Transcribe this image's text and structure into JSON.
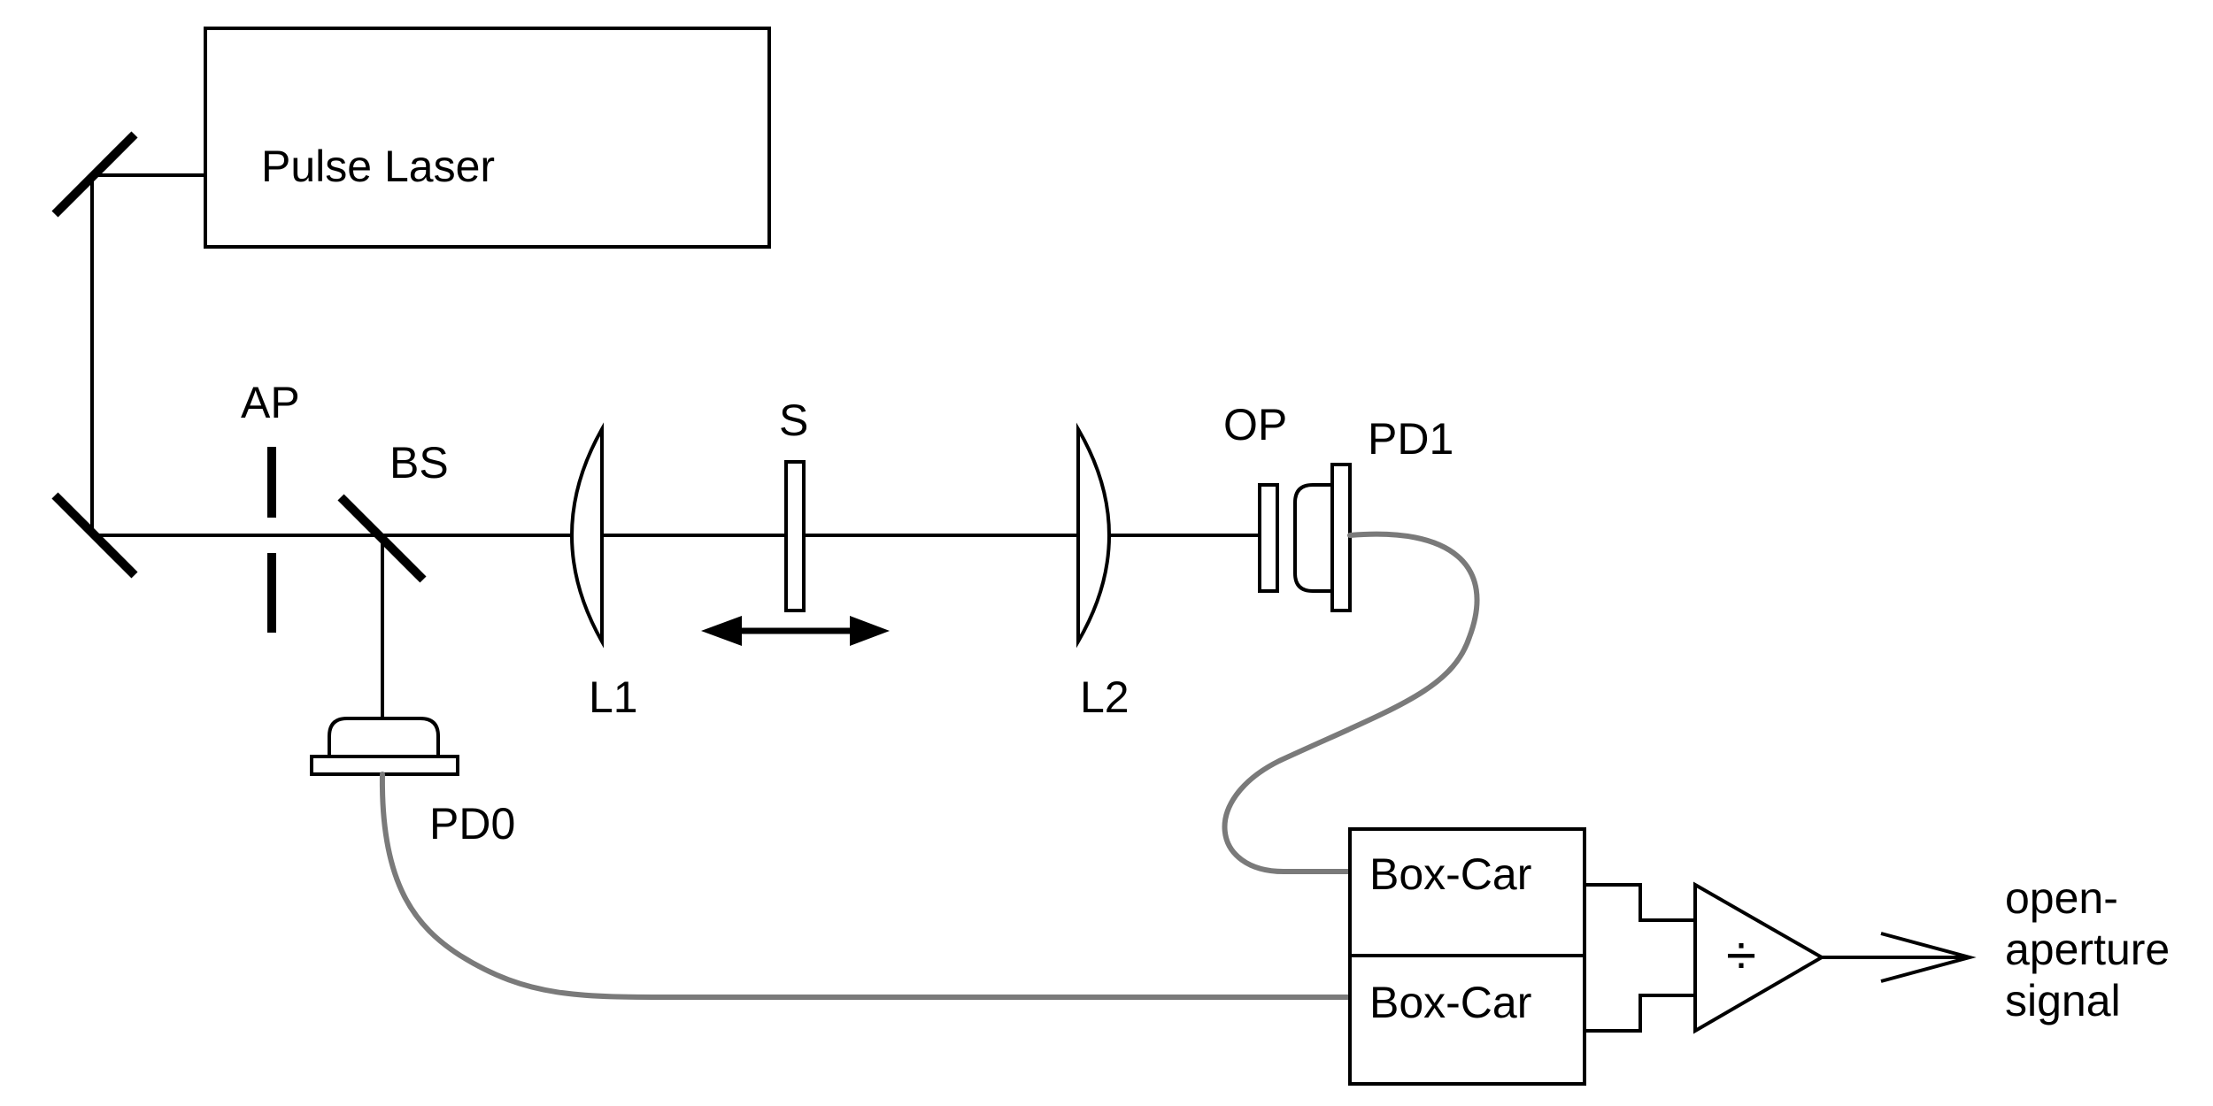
{
  "labels": {
    "pulse_laser": "Pulse Laser",
    "ap": "AP",
    "bs": "BS",
    "s": "S",
    "l1": "L1",
    "l2": "L2",
    "op": "OP",
    "pd1": "PD1",
    "pd0": "PD0",
    "boxcar_top": "Box-Car",
    "boxcar_bottom": "Box-Car",
    "divider_symbol": "÷",
    "output_line1": "open-",
    "output_line2": "aperture",
    "output_line3": "signal"
  },
  "colors": {
    "line": "#000000",
    "cable": "#7a7a7a",
    "background": "#ffffff"
  }
}
